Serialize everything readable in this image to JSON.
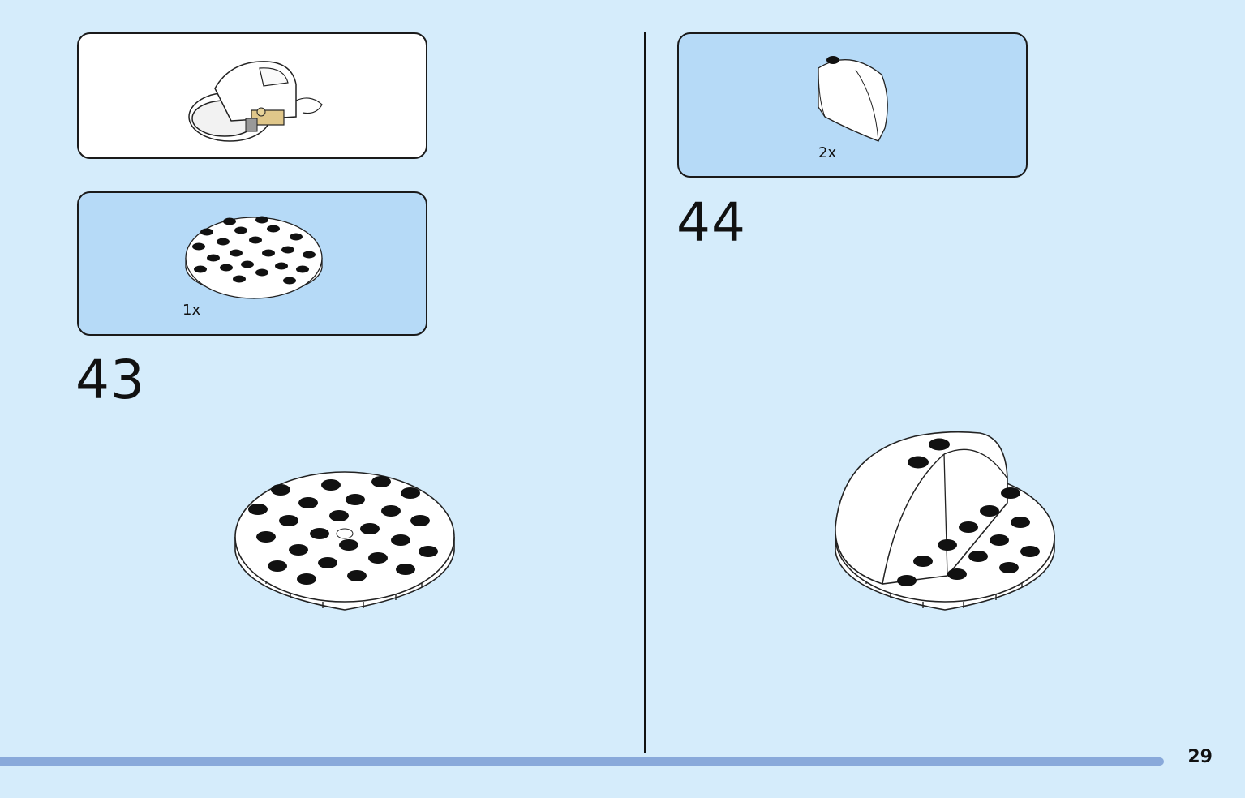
{
  "steps": [
    {
      "number": "43",
      "part_quantity": "1x"
    },
    {
      "number": "44",
      "part_quantity": "2x"
    }
  ],
  "page_number": "29",
  "colors": {
    "background": "#d5ecfb",
    "callout_blue": "#b6daf7",
    "progress_bar": "#89a9da"
  },
  "icons": {
    "sub_model": "vehicle-subassembly-icon",
    "round_plate": "round-plate-6x6-icon",
    "dome_brick": "curved-dome-brick-icon"
  }
}
